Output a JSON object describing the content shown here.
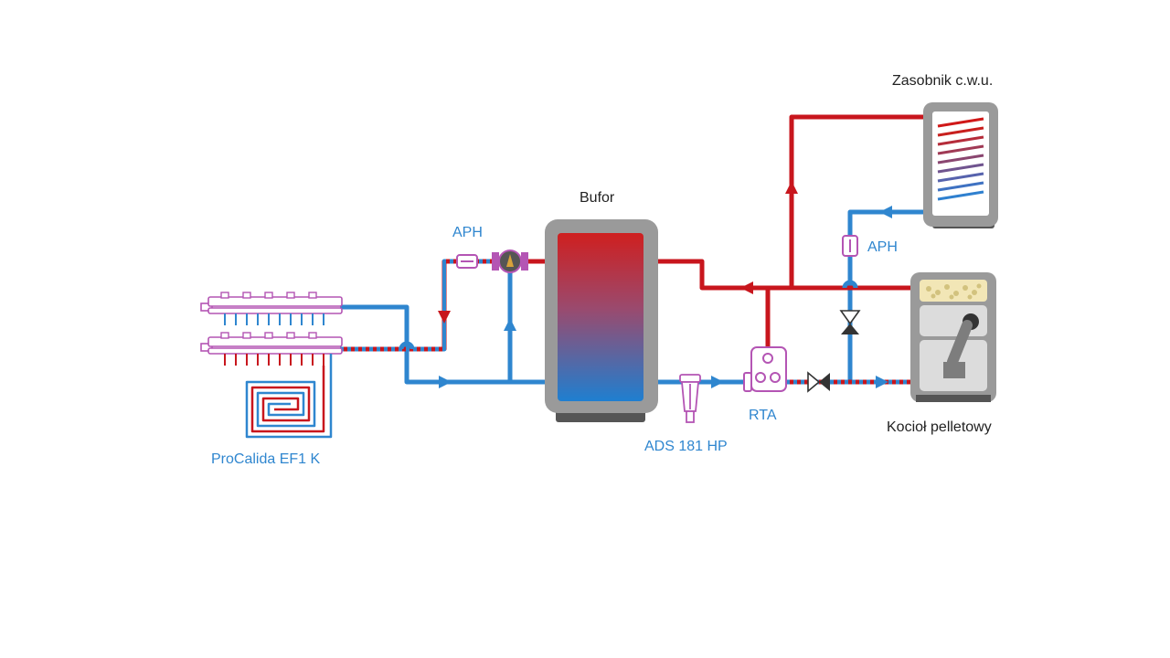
{
  "labels": {
    "dhw_tank": "Zasobnik c.w.u.",
    "buffer": "Bufor",
    "aph_left": "APH",
    "aph_right": "APH",
    "boiler": "Kocioł pelletowy",
    "rta": "RTA",
    "ads": "ADS 181 HP",
    "manifold": "ProCalida EF1 K"
  },
  "colors": {
    "hot": "#c8161d",
    "cold": "#2f86cf",
    "component": "#b455b4",
    "tank_body": "#9a9a9a",
    "text_dark": "#222222",
    "text_blue": "#2f86cf"
  },
  "icons": [
    "buffer-tank-icon",
    "dhw-tank-icon",
    "pellet-boiler-icon",
    "manifold-icon",
    "floor-heating-coil-icon",
    "aph-icon",
    "pump-icon",
    "rta-valve-icon",
    "ads-filter-icon",
    "check-valve-icon",
    "flow-arrow-icon"
  ]
}
